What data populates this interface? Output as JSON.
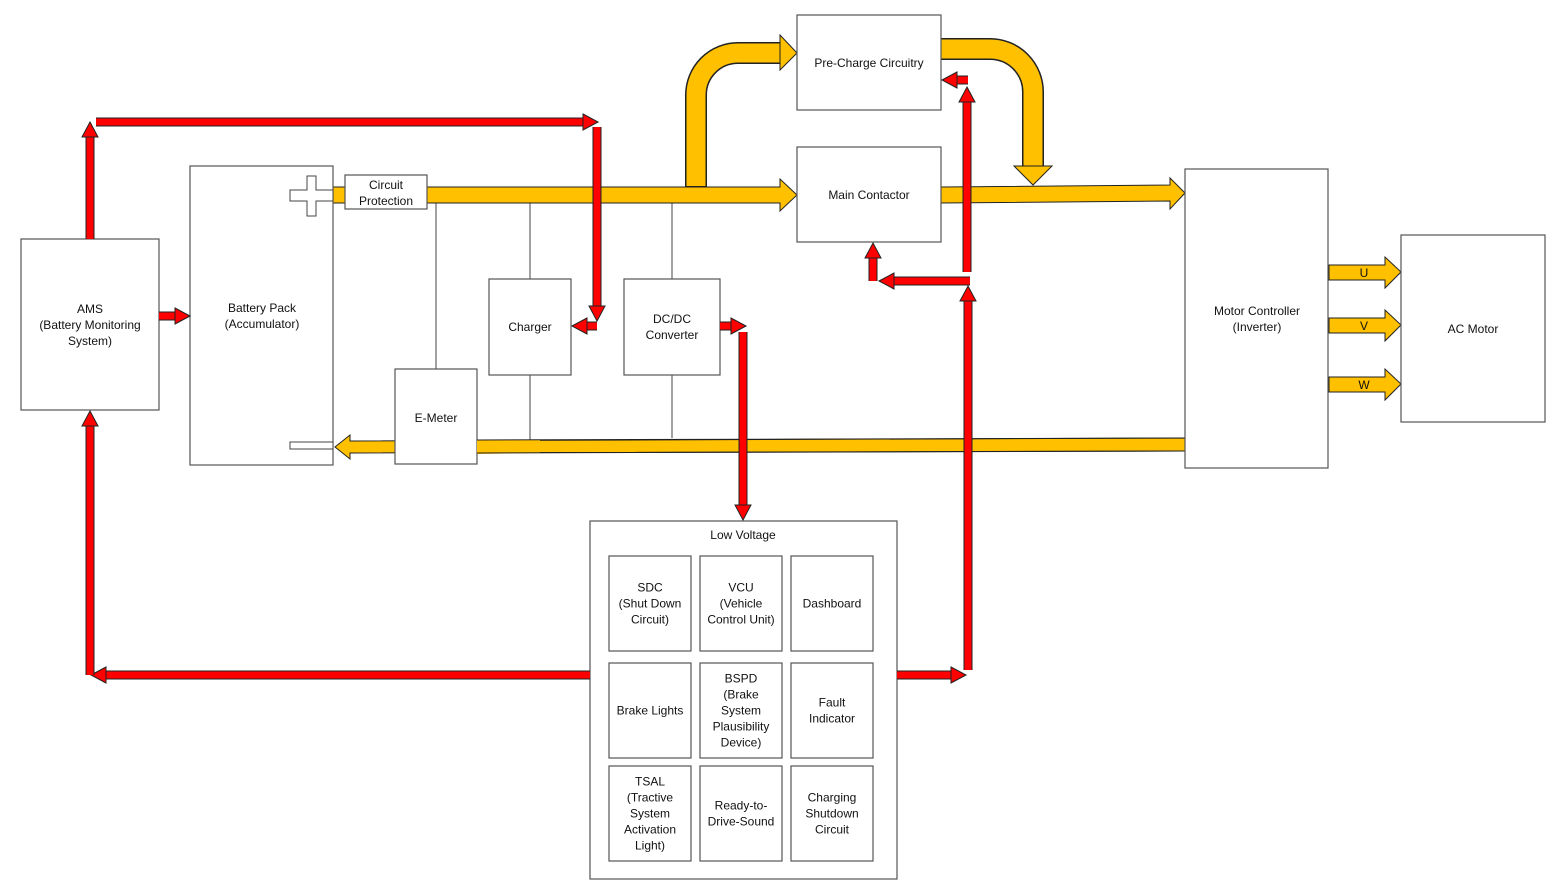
{
  "colors": {
    "high_voltage": "#FFC000",
    "low_voltage_signal": "#FF0000",
    "box_border": "#555555"
  },
  "blocks": {
    "ams": {
      "lines": [
        "AMS",
        "(Battery Monitoring",
        "System)"
      ]
    },
    "battery": {
      "lines": [
        "Battery Pack",
        "(Accumulator)"
      ]
    },
    "circuit_protection": {
      "lines": [
        "Circuit",
        "Protection"
      ]
    },
    "emeter": {
      "lines": [
        "E-Meter"
      ]
    },
    "charger": {
      "lines": [
        "Charger"
      ]
    },
    "dcdc": {
      "lines": [
        "DC/DC",
        "Converter"
      ]
    },
    "precharge": {
      "lines": [
        "Pre-Charge Circuitry"
      ]
    },
    "main_contactor": {
      "lines": [
        "Main Contactor"
      ]
    },
    "motor_controller": {
      "lines": [
        "Motor Controller",
        "(Inverter)"
      ]
    },
    "ac_motor": {
      "lines": [
        "AC Motor"
      ]
    }
  },
  "phases": [
    "U",
    "V",
    "W"
  ],
  "low_voltage": {
    "title": "Low Voltage",
    "cells": [
      {
        "lines": [
          "SDC",
          "(Shut Down",
          "Circuit)"
        ]
      },
      {
        "lines": [
          "VCU",
          "(Vehicle",
          "Control Unit)"
        ]
      },
      {
        "lines": [
          "Dashboard"
        ]
      },
      {
        "lines": [
          "Brake Lights"
        ]
      },
      {
        "lines": [
          "BSPD",
          "(Brake",
          "System",
          "Plausibility",
          "Device)"
        ]
      },
      {
        "lines": [
          "Fault",
          "Indicator"
        ]
      },
      {
        "lines": [
          "TSAL",
          "(Tractive",
          "System",
          "Activation",
          "Light)"
        ]
      },
      {
        "lines": [
          "Ready-to-",
          "Drive-Sound"
        ]
      },
      {
        "lines": [
          "Charging",
          "Shutdown",
          "Circuit"
        ]
      }
    ]
  }
}
